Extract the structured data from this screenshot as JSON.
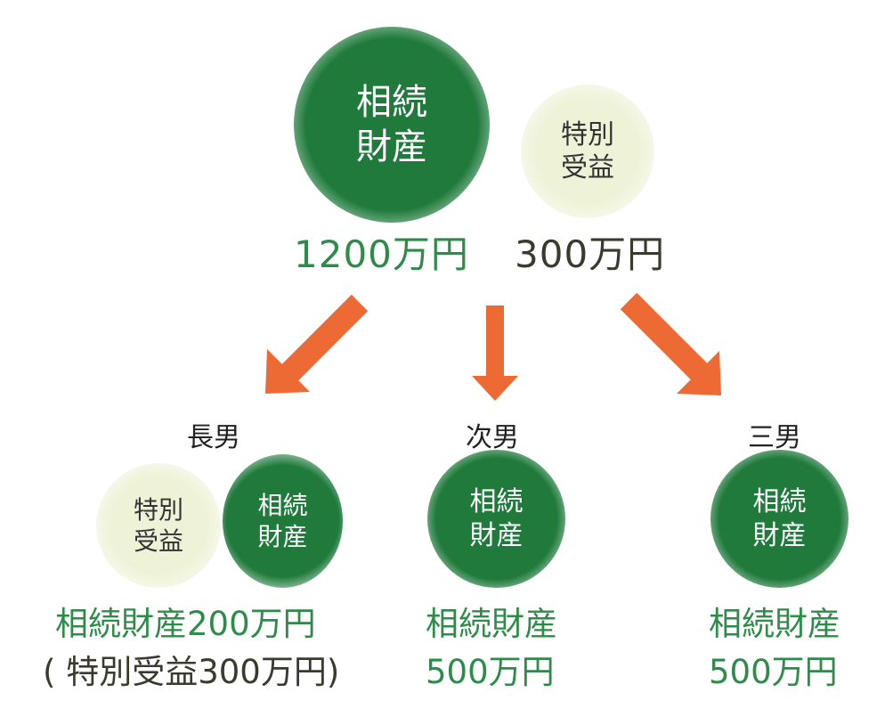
{
  "top": {
    "estate_circle": {
      "line1": "相続",
      "line2": "財産"
    },
    "gift_circle": {
      "line1": "特別",
      "line2": "受益"
    },
    "estate_amount": "1200万円",
    "gift_amount": "300万円"
  },
  "heirs": [
    {
      "name": "長男",
      "gift_circle": {
        "line1": "特別",
        "line2": "受益"
      },
      "estate_circle": {
        "line1": "相続",
        "line2": "財産"
      },
      "result_line1": "相続財産200万円",
      "result_line2": "( 特別受益300万円)"
    },
    {
      "name": "次男",
      "estate_circle": {
        "line1": "相続",
        "line2": "財産"
      },
      "result_line1": "相続財産",
      "result_line2": "500万円"
    },
    {
      "name": "三男",
      "estate_circle": {
        "line1": "相続",
        "line2": "財産"
      },
      "result_line1": "相続財産",
      "result_line2": "500万円"
    }
  ],
  "colors": {
    "arrow": "#ee6a35",
    "estate_green": "#1f7a3c",
    "amount_green": "#2e8b4a",
    "gift_pale": "#eef3d8",
    "gift_text": "#3a3a2e"
  }
}
